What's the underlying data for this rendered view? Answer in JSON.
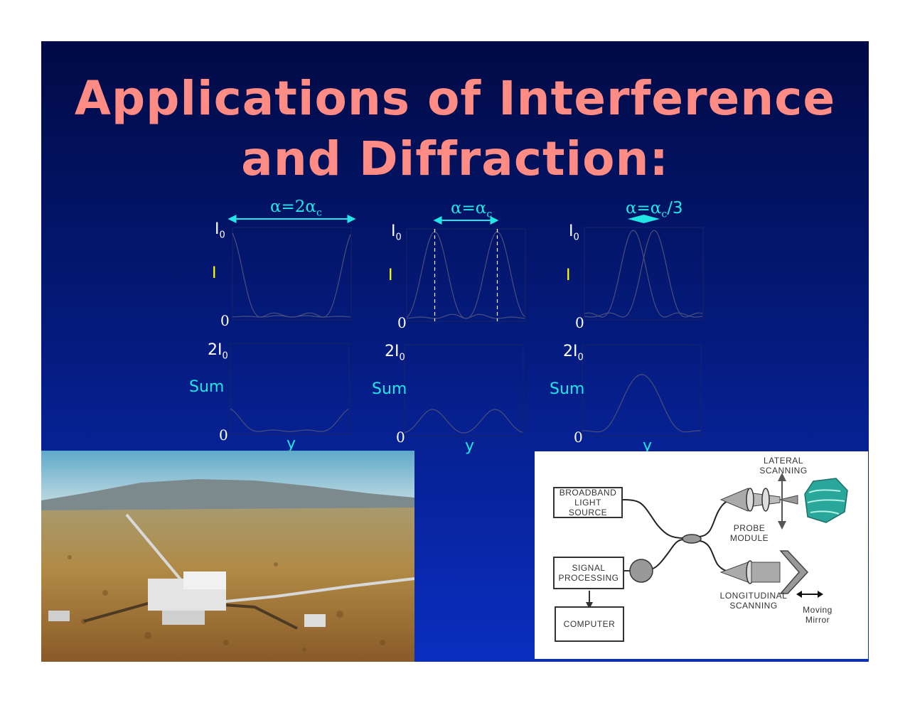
{
  "title": {
    "line1": "Applications of Interference",
    "line2": "and Diffraction:"
  },
  "plots": [
    {
      "alpha_label": "α=2α",
      "alpha_sub": "c",
      "alpha_suffix": "",
      "top_max": "I",
      "top_max_sub": "0",
      "top_ylabel": "I",
      "top_zero": "0",
      "bottom_max": "2I",
      "bottom_max_sub": "0",
      "bottom_ylabel": "Sum",
      "bottom_zero": "0",
      "xlabel": "y",
      "separation": 2.0
    },
    {
      "alpha_label": "α=α",
      "alpha_sub": "c",
      "alpha_suffix": "",
      "top_max": "I",
      "top_max_sub": "0",
      "top_ylabel": "I",
      "top_zero": "0",
      "bottom_max": "2I",
      "bottom_max_sub": "0",
      "bottom_ylabel": "Sum",
      "bottom_zero": "0",
      "xlabel": "y",
      "separation": 1.0
    },
    {
      "alpha_label": "α=α",
      "alpha_sub": "c",
      "alpha_suffix": "/3",
      "top_max": "I",
      "top_max_sub": "0",
      "top_ylabel": "I",
      "top_zero": "0",
      "bottom_max": "2I",
      "bottom_max_sub": "0",
      "bottom_ylabel": "Sum",
      "bottom_zero": "0",
      "xlabel": "y",
      "separation": 0.333
    }
  ],
  "diagram": {
    "light_source": [
      "BROADBAND",
      "LIGHT SOURCE"
    ],
    "signal_processing": [
      "SIGNAL",
      "PROCESSING"
    ],
    "computer": "COMPUTER",
    "lateral": [
      "LATERAL",
      "SCANNING"
    ],
    "probe": [
      "PROBE",
      "MODULE"
    ],
    "longitudinal": [
      "LONGITUDINAL",
      "SCANNING"
    ],
    "mirror": [
      "Moving",
      "Mirror"
    ]
  },
  "colors": {
    "title": "#ff8c84",
    "accent": "#20e6e6",
    "curve": "#4a4f7a",
    "highlight": "#ffff00"
  }
}
